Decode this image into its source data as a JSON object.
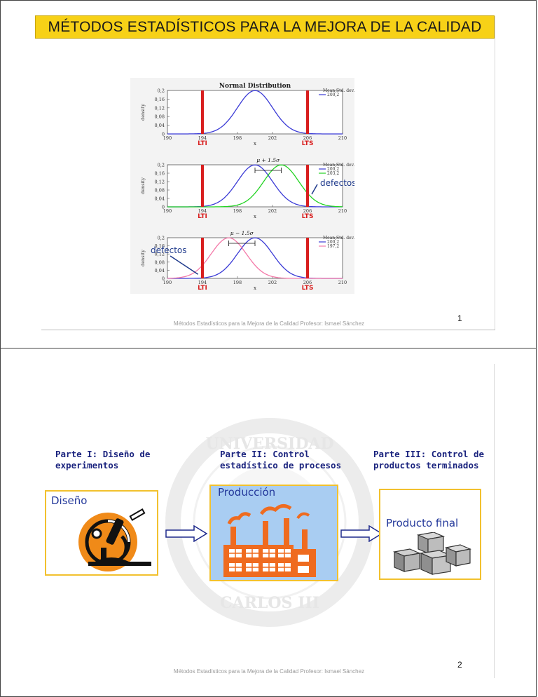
{
  "slide1": {
    "title": "MÉTODOS ESTADÍSTICOS PARA LA MEJORA DE LA CALIDAD",
    "page_number": "1",
    "footer": "Métodos Estadísticos para la Mejora de la Calidad Profesor: Ismael Sánchez"
  },
  "chart_data": [
    {
      "type": "line",
      "title": "Normal Distribution",
      "xlabel": "x",
      "ylabel": "density",
      "xlim": [
        190,
        210
      ],
      "ylim": [
        0,
        0.2
      ],
      "xticks": [
        190,
        194,
        198,
        202,
        206,
        210
      ],
      "yticks": [
        "0",
        "0,04",
        "0,08",
        "0,12",
        "0,16",
        "0,2"
      ],
      "legend_title": "Mean,Std. dev.",
      "legend_position": "top-right",
      "series": [
        {
          "name": "200,2",
          "mean": 200,
          "sd": 2,
          "color": "#3b3bd6"
        }
      ],
      "spec_limits": [
        {
          "label": "LTI",
          "x": 194
        },
        {
          "label": "LTS",
          "x": 206
        }
      ],
      "limit_color": "#d81e1e"
    },
    {
      "type": "line",
      "xlabel": "x",
      "ylabel": "density",
      "xlim": [
        190,
        210
      ],
      "ylim": [
        0,
        0.2
      ],
      "xticks": [
        190,
        194,
        198,
        202,
        206,
        210
      ],
      "yticks": [
        "0",
        "0,04",
        "0,08",
        "0,12",
        "0,16",
        "0,2"
      ],
      "legend_title": "Mean,Std. dev.",
      "legend_position": "top-right",
      "series": [
        {
          "name": "200,2",
          "mean": 200,
          "sd": 2,
          "color": "#3b3bd6"
        },
        {
          "name": "203,2",
          "mean": 203,
          "sd": 2,
          "color": "#22d322"
        }
      ],
      "spec_limits": [
        {
          "label": "LTI",
          "x": 194
        },
        {
          "label": "LTS",
          "x": 206
        }
      ],
      "limit_color": "#d81e1e",
      "shift_annotation": "μ + 1.5σ",
      "defect_label": "defectos",
      "defect_side": "right"
    },
    {
      "type": "line",
      "xlabel": "x",
      "ylabel": "density",
      "xlim": [
        190,
        210
      ],
      "ylim": [
        0,
        0.2
      ],
      "xticks": [
        190,
        194,
        198,
        202,
        206,
        210
      ],
      "yticks": [
        "0",
        "0,04",
        "0,08",
        "0,12",
        "0,16",
        "0,2"
      ],
      "legend_title": "Mean,Std. dev.",
      "legend_position": "top-right",
      "series": [
        {
          "name": "200,2",
          "mean": 200,
          "sd": 2,
          "color": "#3b3bd6"
        },
        {
          "name": "197,2",
          "mean": 197,
          "sd": 2,
          "color": "#f47aa9"
        }
      ],
      "spec_limits": [
        {
          "label": "LTI",
          "x": 194
        },
        {
          "label": "LTS",
          "x": 206
        }
      ],
      "limit_color": "#d81e1e",
      "shift_annotation": "μ − 1.5σ",
      "defect_label": "defectos",
      "defect_side": "left"
    }
  ],
  "slide2": {
    "parts": [
      {
        "label_line1": "Parte I: Diseño de",
        "label_line2": "experimentos"
      },
      {
        "label_line1": "Parte II: Control",
        "label_line2": "estadístico de procesos"
      },
      {
        "label_line1": "Parte III: Control de",
        "label_line2": "productos terminados"
      }
    ],
    "boxes": [
      {
        "label": "Diseño",
        "icon": "microscope-icon"
      },
      {
        "label": "Producción",
        "icon": "factory-icon"
      },
      {
        "label": "Producto final",
        "icon": "boxes-icon"
      }
    ],
    "page_number": "2",
    "footer": "Métodos Estadísticos para la Mejora de la Calidad Profesor: Ismael Sánchez",
    "accent_color": "#f2c12e",
    "label_color": "#1a237e"
  }
}
